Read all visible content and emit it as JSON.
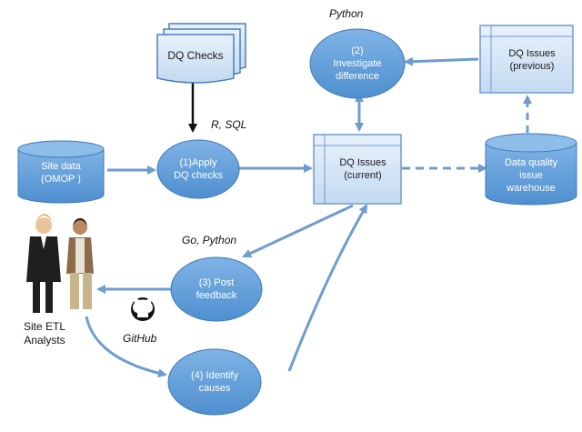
{
  "nodes": {
    "dq_checks": "DQ Checks",
    "site_data": "Site data\n(OMOP )",
    "apply_checks": "(1)Apply\nDQ checks",
    "investigate": "(2)\nInvestigate\ndifference",
    "dq_issues_current": "DQ Issues\n(current)",
    "dq_issues_previous": "DQ Issues\n(previous)",
    "warehouse": "Data quality\nissue\nwarehouse",
    "post_feedback": "(3) Post\nfeedback",
    "identify_causes": "(4) Identify\ncauses"
  },
  "labels": {
    "python_top": "Python",
    "r_sql": "R, SQL",
    "go_python": "Go, Python",
    "github": "GitHub",
    "analysts": "Site ETL\nAnalysts"
  },
  "colors": {
    "node_fill": "#5b9bd5",
    "node_fill_light": "#cfe0f2",
    "arrow": "#6f9ccf",
    "black_arrow": "#111111"
  },
  "icons": [
    "github-icon",
    "people-icon",
    "document-stack-icon",
    "database-icon"
  ]
}
